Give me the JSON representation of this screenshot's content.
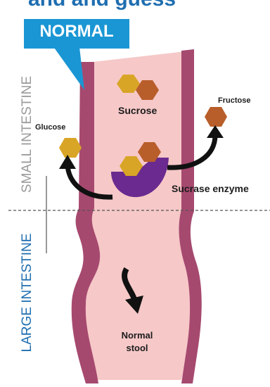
{
  "header": {
    "heading_fragment": "and and guess",
    "badge": "NORMAL"
  },
  "regions": {
    "small": "SMALL INTESTINE",
    "large": "LARGE INTESTINE"
  },
  "labels": {
    "sucrose": "Sucrose",
    "glucose": "Glucose",
    "fructose": "Fructose",
    "enzyme": "Sucrase enzyme",
    "stool_line1": "Normal",
    "stool_line2": "stool"
  },
  "colors": {
    "wall": "#a6496f",
    "lumen": "#f6c8c8",
    "badge": "#1a96d4",
    "glucose": "#d9a526",
    "fructose": "#b85e2a",
    "enzyme": "#6a2a8f",
    "region_small": "#9a9a9a",
    "region_large": "#1f6eb0"
  }
}
